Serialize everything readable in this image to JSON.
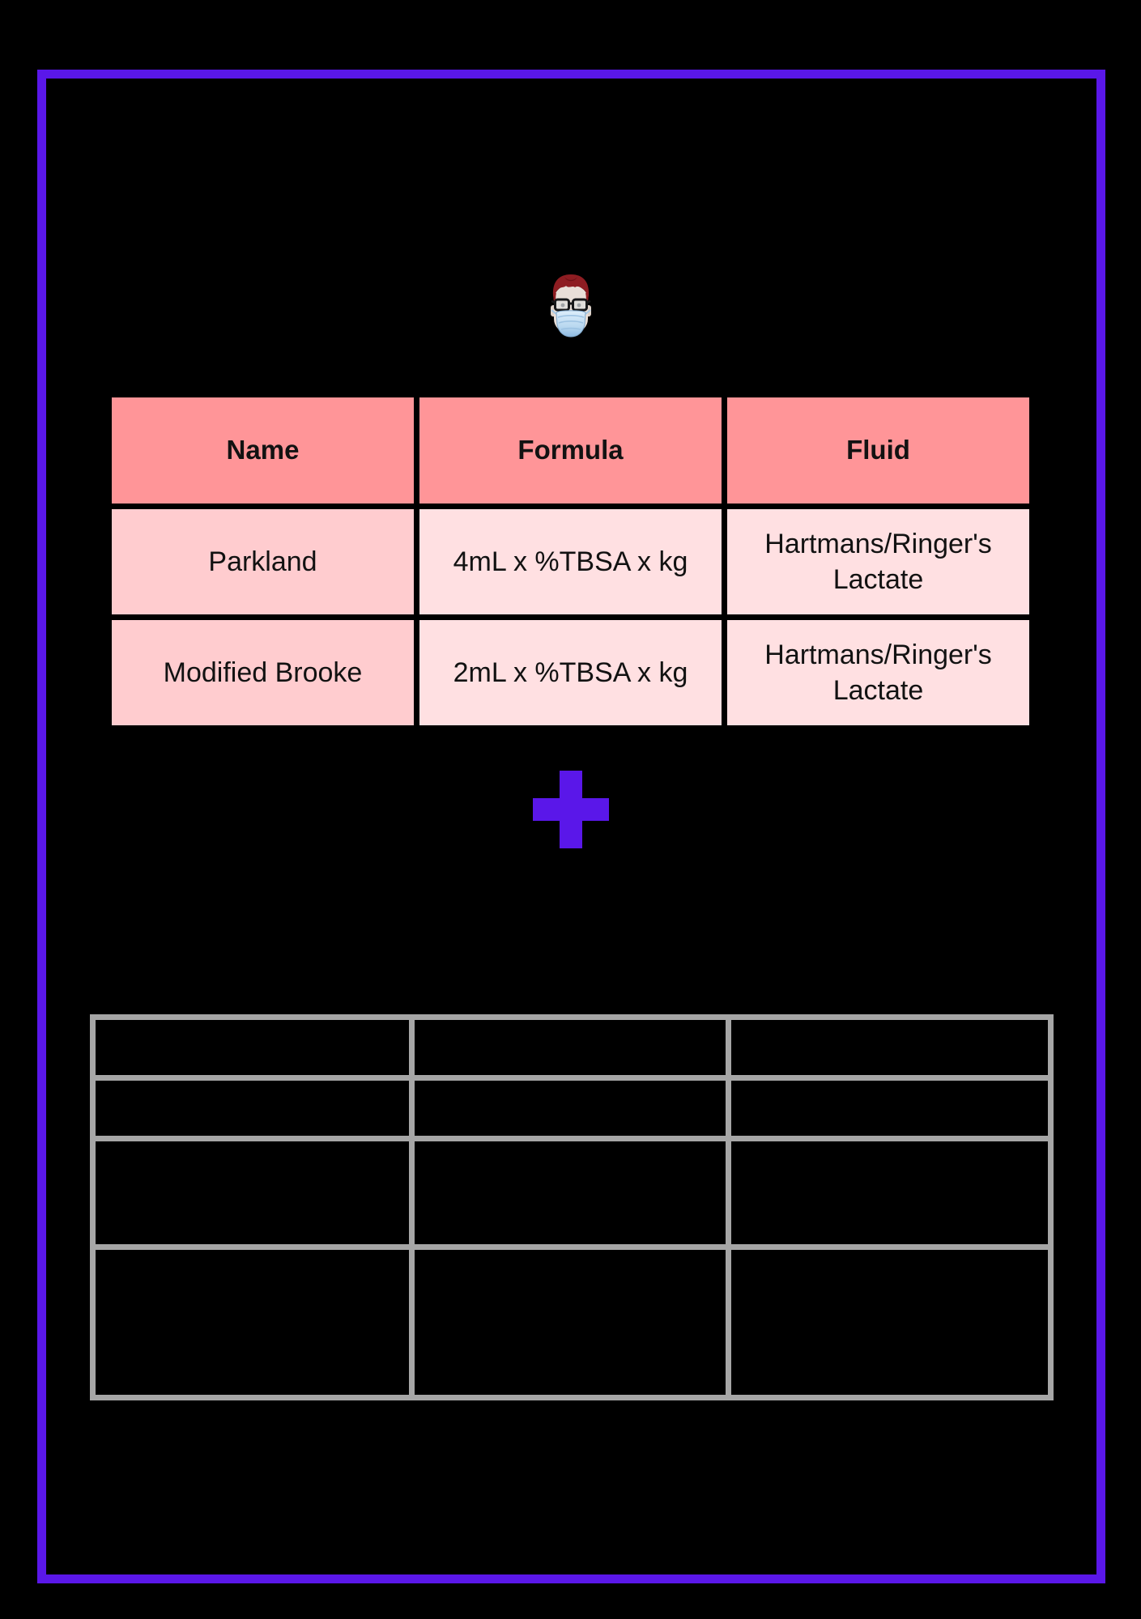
{
  "theme": {
    "page-bg": "#000000",
    "accent": "#5a17e9",
    "header-pink": "#ff9598",
    "name-pink": "#ffcccf",
    "cell-pink": "#ffe0e2",
    "table-gray": "#a6a6a6"
  },
  "avatar": {
    "name": "person with dark red hair, glasses and medical face mask"
  },
  "formula_table": {
    "columns": [
      "Name",
      "Formula",
      "Fluid"
    ],
    "rows": [
      {
        "name": "Parkland",
        "formula": "4mL x %TBSA x kg",
        "fluid": "Hartmans/Ringer's Lactate"
      },
      {
        "name": "Modified Brooke",
        "formula": "2mL x %TBSA x kg",
        "fluid": "Hartmans/Ringer's Lactate"
      }
    ]
  },
  "plus_sign": {
    "glyph": "+"
  },
  "empty_table": {
    "rows": 4,
    "cols": 3
  }
}
